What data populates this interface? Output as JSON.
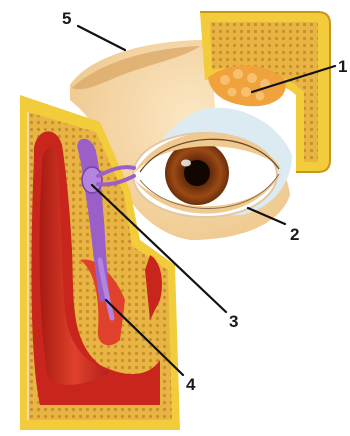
{
  "diagram": {
    "callouts": [
      {
        "number": "1",
        "structure": "lacrimal-gland"
      },
      {
        "number": "2",
        "structure": "lower-eyelid"
      },
      {
        "number": "3",
        "structure": "lacrimal-sac"
      },
      {
        "number": "4",
        "structure": "nasolacrimal-duct"
      },
      {
        "number": "5",
        "structure": "eyebrow"
      }
    ],
    "colors": {
      "skin": "#f6dcb0",
      "bone_yellow": "#f2cc3a",
      "bone_spongy": "#d7a845",
      "gland_orange": "#f0a23c",
      "sac_purple": "#9b5fc8",
      "nasal_red": "#c8261d",
      "iris_brown": "#8a3d10",
      "sclera": "#ffffff"
    }
  }
}
